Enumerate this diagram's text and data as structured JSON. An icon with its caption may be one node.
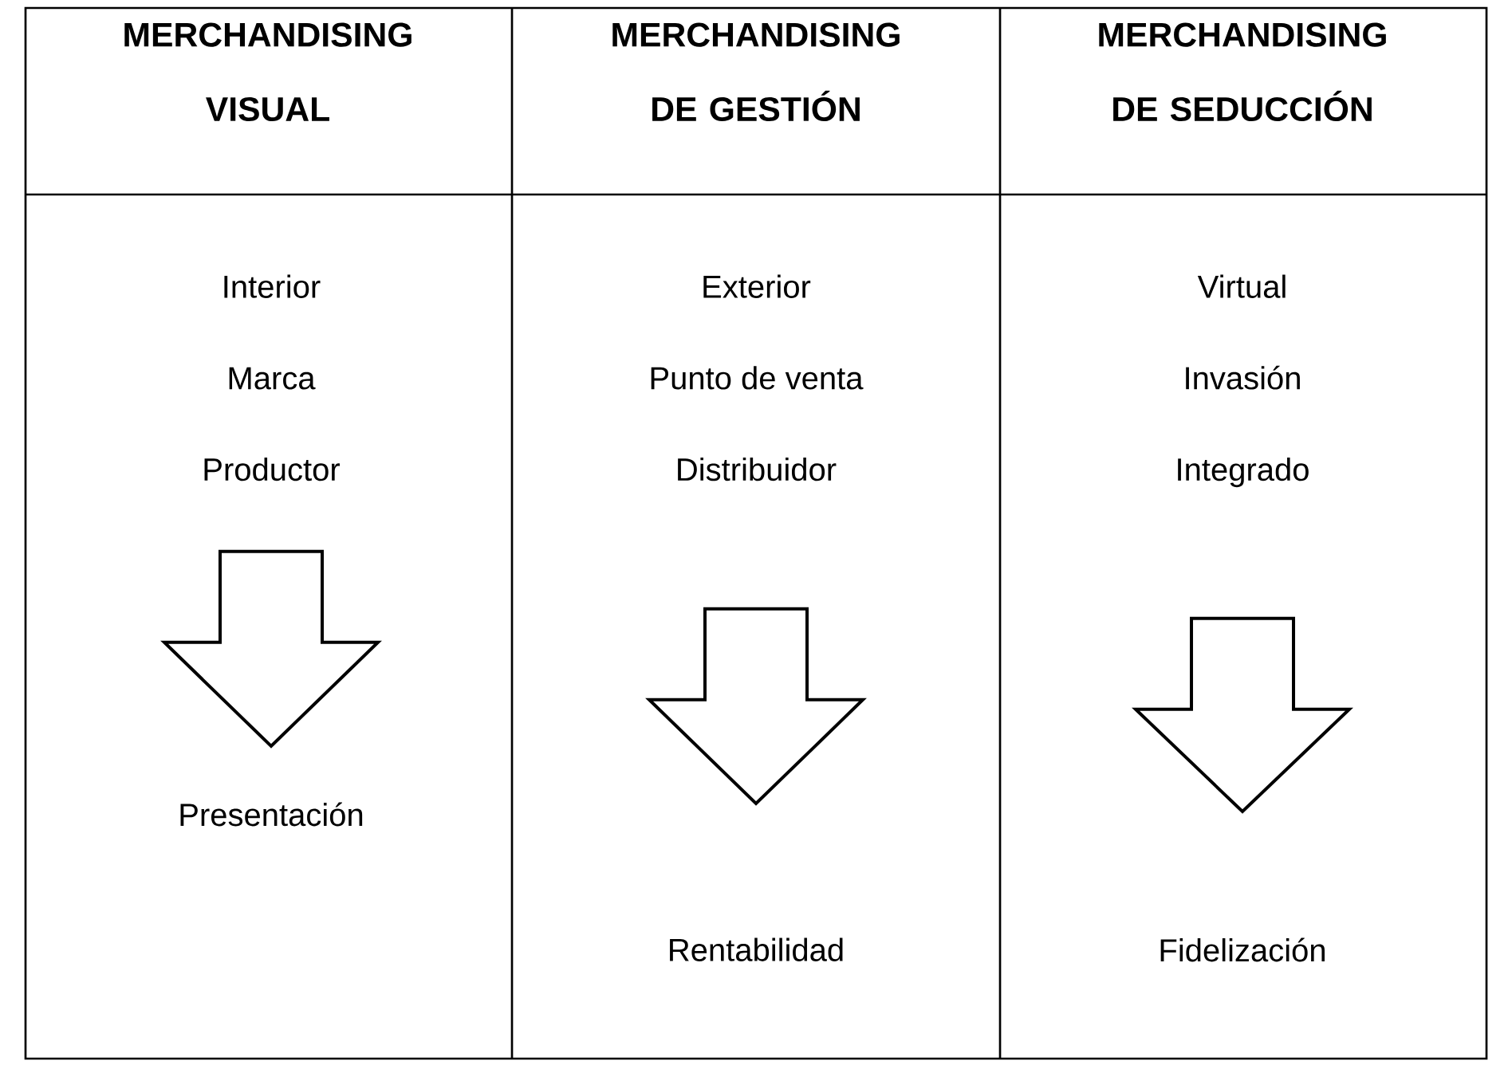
{
  "diagram": {
    "nodes": [
      {
        "text": [
          "MERCHANDISING VISUAL"
        ]
      },
      {
        "text": [
          "MERCHANDISING DE GESTIÓN"
        ]
      },
      {
        "text": [
          "MERCHANDISING DE SEDUCCIÓN"
        ]
      },
      {
        "text": [
          "Interior",
          "Marca",
          "Productor"
        ]
      },
      {
        "text": [
          "Presentación"
        ]
      },
      {
        "text": [
          "Exterior",
          "Punto de venta",
          "Distribuidor"
        ]
      },
      {
        "text": [
          "Rentabilidad"
        ]
      },
      {
        "text": [
          "Virtual",
          "Invasión",
          "Integrado"
        ]
      },
      {
        "text": [
          "Fidelización"
        ]
      }
    ],
    "edges": [
      {
        "from": 3,
        "to": 4,
        "arrow": "to"
      },
      {
        "from": 5,
        "to": 6,
        "arrow": "to"
      },
      {
        "from": 7,
        "to": 8,
        "arrow": "to"
      }
    ]
  }
}
